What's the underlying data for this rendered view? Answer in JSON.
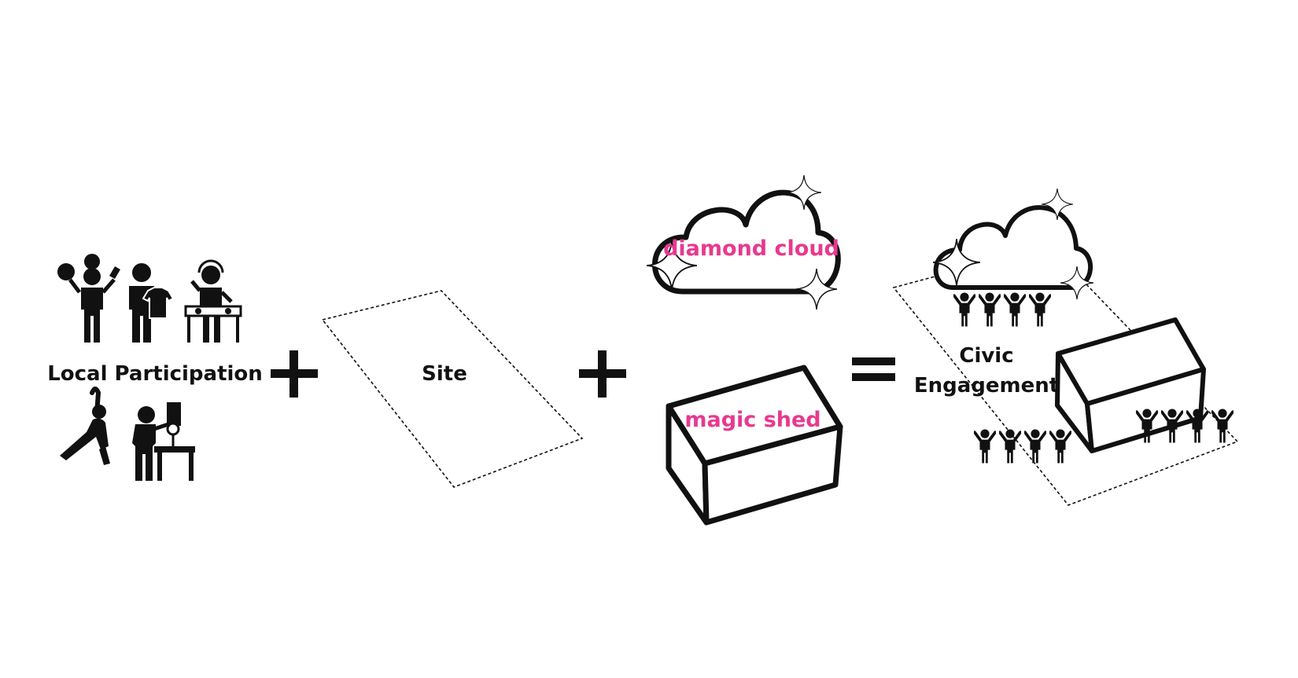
{
  "colors": {
    "ink": "#111111",
    "accent": "#e8398f",
    "background": "#ffffff"
  },
  "labels": {
    "local_participation": "Local Participation",
    "site": "Site",
    "diamond_cloud": "diamond cloud",
    "magic_shed": "magic shed",
    "civic_line1": "Civic",
    "civic_line2": "Engagement"
  },
  "operators": {
    "plus": "+",
    "equals": "="
  },
  "icons": [
    "chef-icon",
    "clothing-vendor-icon",
    "dj-icon",
    "yoga-icon",
    "maker-drill-press-icon",
    "sparkle-icon",
    "crowd-icon"
  ]
}
